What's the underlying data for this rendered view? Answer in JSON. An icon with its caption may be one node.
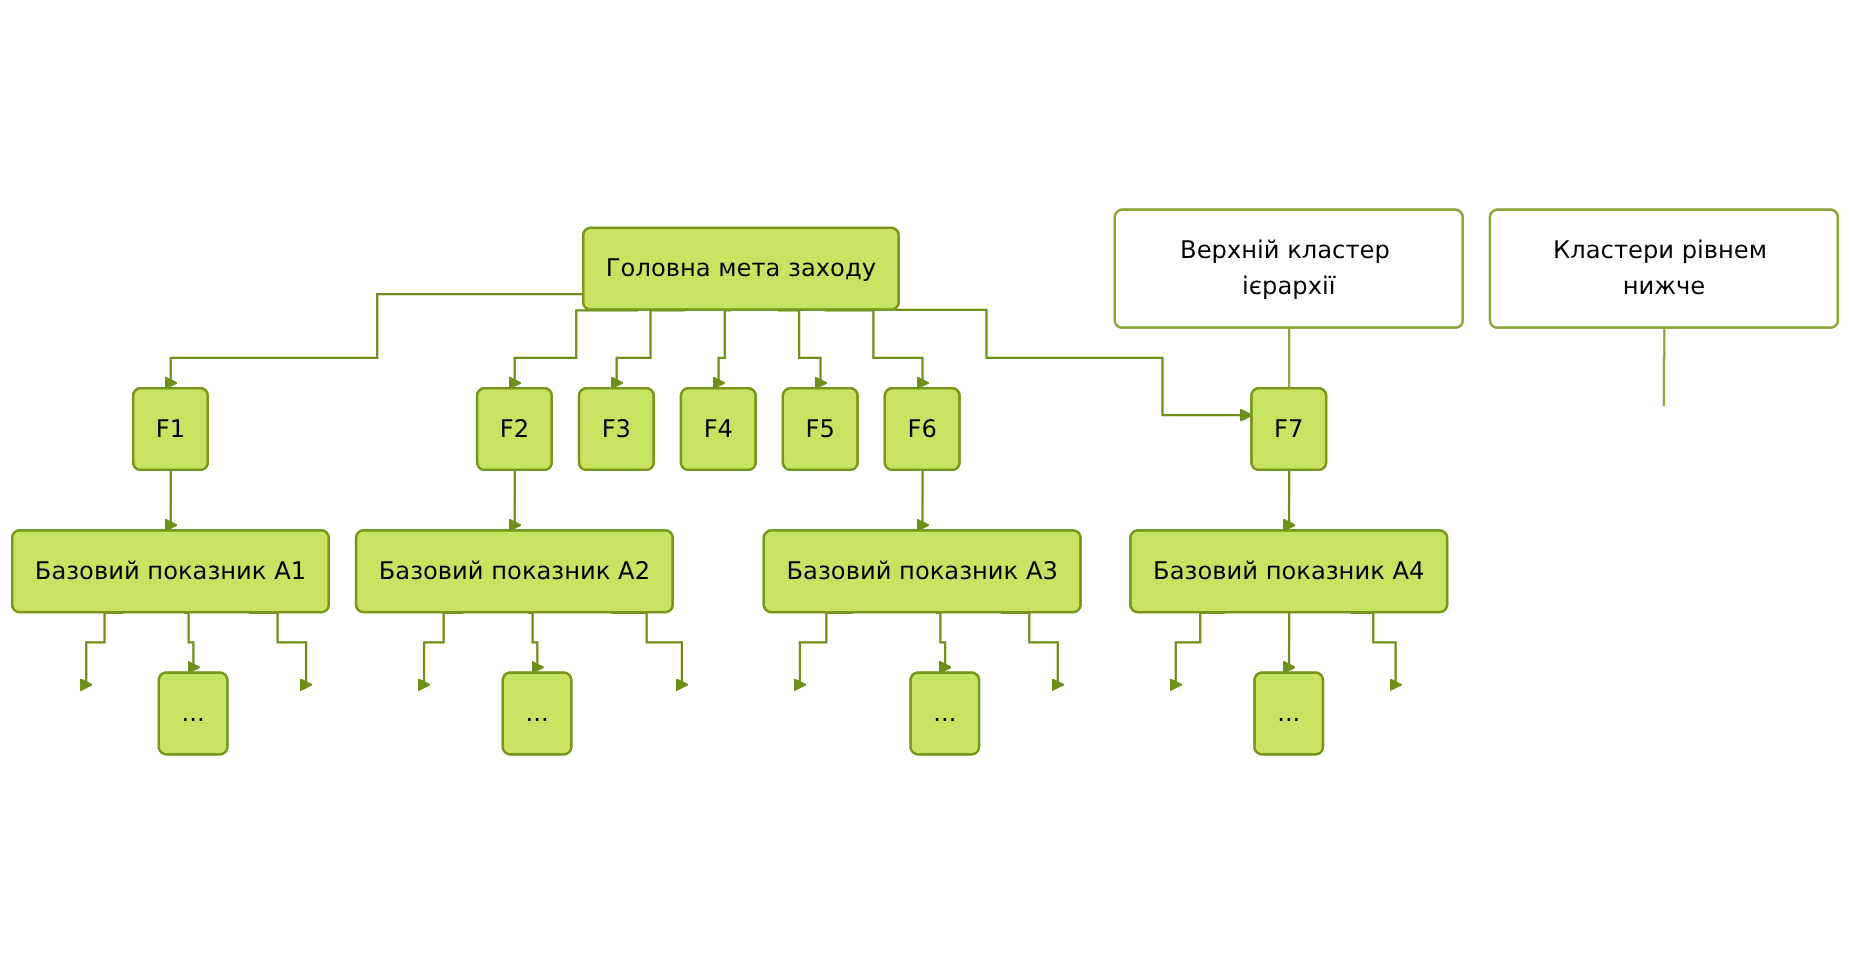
{
  "diagram": {
    "nodes": [
      {
        "text": [
          "Головна мета заходу"
        ]
      },
      {
        "text": [
          "F1"
        ]
      },
      {
        "text": [
          "F2"
        ]
      },
      {
        "text": [
          "F3"
        ]
      },
      {
        "text": [
          "F4"
        ]
      },
      {
        "text": [
          "F5"
        ]
      },
      {
        "text": [
          "F6"
        ]
      },
      {
        "text": [
          "F7"
        ]
      },
      {
        "text": [
          "Верхній кластер ієрархії"
        ]
      },
      {
        "text": [
          "Базовий показник A1"
        ]
      },
      {
        "text": [
          "Базовий показник A2"
        ]
      },
      {
        "text": [
          "Базовий показник A3"
        ]
      },
      {
        "text": [
          "Базовий показник A4"
        ]
      },
      {
        "text": [
          "Кластери рівнем нижче"
        ]
      },
      {
        "text": [
          "..."
        ]
      },
      {
        "text": [
          "..."
        ]
      },
      {
        "text": [
          "..."
        ]
      },
      {
        "text": [
          "..."
        ]
      }
    ],
    "edges": [
      {
        "from": 0,
        "to": 1,
        "arrow": "to"
      },
      {
        "from": 0,
        "to": 2,
        "arrow": "to"
      },
      {
        "from": 0,
        "to": 3,
        "arrow": "to"
      },
      {
        "from": 0,
        "to": 4,
        "arrow": "to"
      },
      {
        "from": 0,
        "to": 5,
        "arrow": "to"
      },
      {
        "from": 0,
        "to": 6,
        "arrow": "to"
      },
      {
        "from": 0,
        "to": 7,
        "arrow": "to"
      },
      {
        "from": 8,
        "to": 7,
        "arrow": "none"
      },
      {
        "from": 1,
        "to": 9,
        "arrow": "to"
      },
      {
        "from": 2,
        "to": 10,
        "arrow": "to"
      },
      {
        "from": 6,
        "to": 11,
        "arrow": "to"
      },
      {
        "from": 7,
        "to": 12,
        "arrow": "to"
      },
      {
        "from": 9,
        "to": null,
        "arrow": "to"
      },
      {
        "from": 9,
        "to": 14,
        "arrow": "to"
      },
      {
        "from": 9,
        "to": null,
        "arrow": "to"
      },
      {
        "from": 10,
        "to": null,
        "arrow": "to"
      },
      {
        "from": 10,
        "to": 15,
        "arrow": "to"
      },
      {
        "from": 10,
        "to": null,
        "arrow": "to"
      },
      {
        "from": 11,
        "to": null,
        "arrow": "to"
      },
      {
        "from": 11,
        "to": 16,
        "arrow": "to"
      },
      {
        "from": 11,
        "to": null,
        "arrow": "to"
      },
      {
        "from": 12,
        "to": null,
        "arrow": "to"
      },
      {
        "from": 12,
        "to": 17,
        "arrow": "to"
      },
      {
        "from": 12,
        "to": null,
        "arrow": "to"
      },
      {
        "from": 13,
        "to": null,
        "arrow": "none"
      }
    ]
  }
}
